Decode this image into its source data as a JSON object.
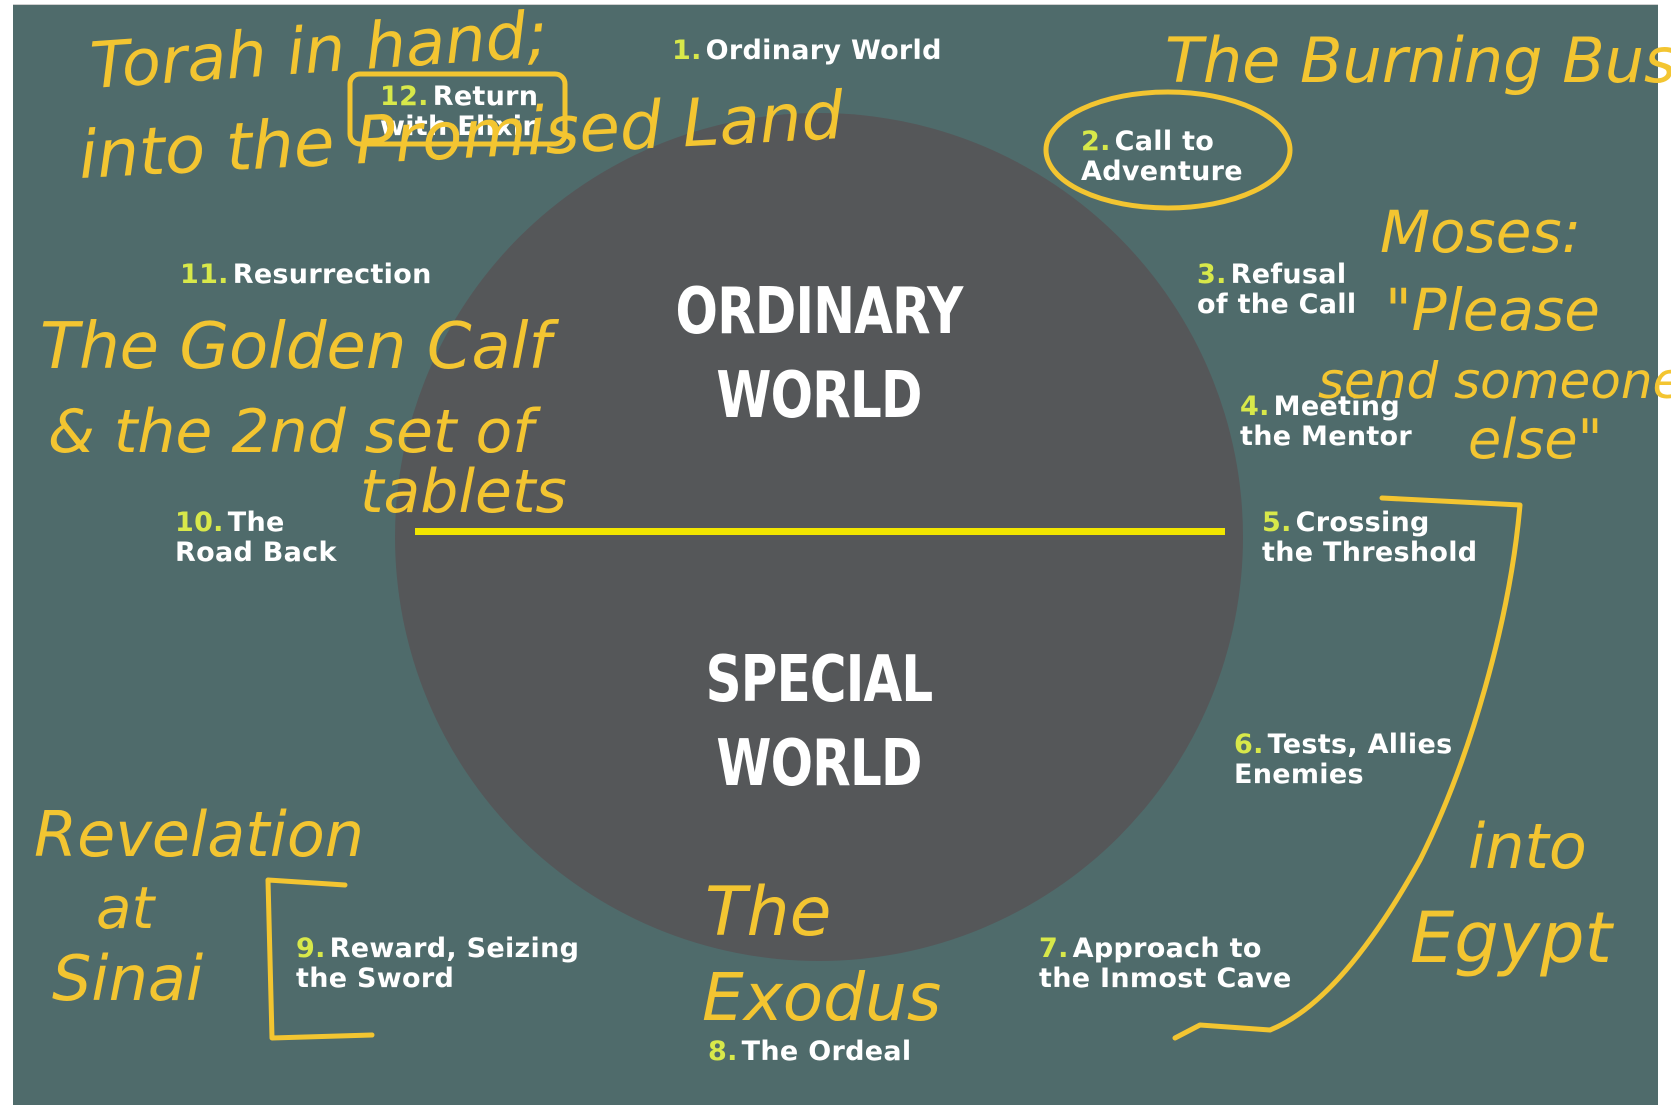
{
  "colors": {
    "background": "#4f6b6b",
    "circle": "#555759",
    "divider": "#f2e600",
    "stage_number": "#d8e84a",
    "stage_text": "#ffffff",
    "handwriting": "#f3c531"
  },
  "diagram": {
    "upper_label": [
      "ORDINARY",
      "WORLD"
    ],
    "lower_label": [
      "SPECIAL",
      "WORLD"
    ],
    "stages": [
      {
        "num": "1.",
        "text": "Ordinary World"
      },
      {
        "num": "2.",
        "text": "Call to\nAdventure"
      },
      {
        "num": "3.",
        "text": "Refusal\nof the Call"
      },
      {
        "num": "4.",
        "text": "Meeting\nthe Mentor"
      },
      {
        "num": "5.",
        "text": "Crossing\nthe Threshold"
      },
      {
        "num": "6.",
        "text": "Tests, Allies\nEnemies"
      },
      {
        "num": "7.",
        "text": "Approach to\nthe Inmost Cave"
      },
      {
        "num": "8.",
        "text": "The Ordeal"
      },
      {
        "num": "9.",
        "text": "Reward, Seizing\nthe Sword"
      },
      {
        "num": "10.",
        "text": "The\nRoad Back"
      },
      {
        "num": "11.",
        "text": "Resurrection"
      },
      {
        "num": "12.",
        "text": "Return\nwith Elixir"
      }
    ]
  },
  "annotations": {
    "torah": [
      "Torah in hand;",
      "into the Promised Land"
    ],
    "burning_bush": "The Burning Bush",
    "moses": [
      "Moses:",
      "\"Please",
      "send someone",
      "else\""
    ],
    "golden_calf": [
      "The Golden Calf",
      "& the 2nd set of",
      "tablets"
    ],
    "revelation": [
      "Revelation",
      "at",
      "Sinai"
    ],
    "exodus": [
      "The",
      "Exodus"
    ],
    "egypt": [
      "into",
      "Egypt"
    ]
  }
}
